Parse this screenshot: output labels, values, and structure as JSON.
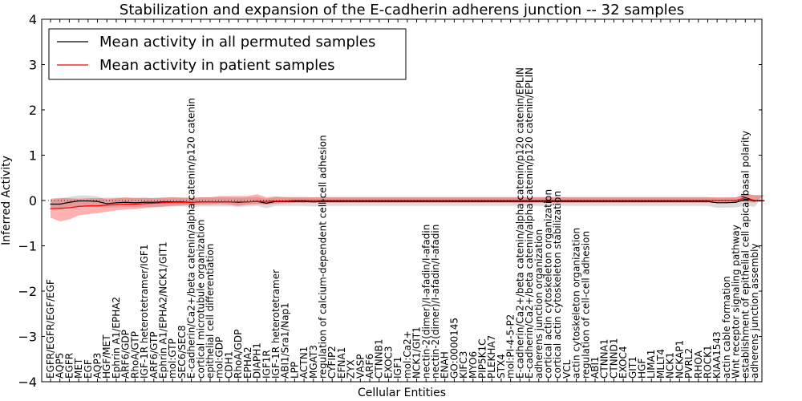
{
  "chart_data": {
    "type": "line",
    "title": "Stabilization and expansion of the E-cadherin adherens junction -- 32 samples",
    "xlabel": "Cellular Entities",
    "ylabel": "Inferred Activity",
    "ylim": [
      -4,
      4
    ],
    "yticks": [
      -4,
      -3,
      -2,
      -1,
      0,
      1,
      2,
      3,
      4
    ],
    "ytick_labels": [
      "−4",
      "−3",
      "−2",
      "−1",
      "0",
      "1",
      "2",
      "3",
      "4"
    ],
    "grid": false,
    "legend_position": "top-left",
    "categories": [
      "EGFR/EGFR/EGF/EGF",
      "AQP5",
      "EGFR",
      "MET",
      "EGF",
      "AQP3",
      "HGF/MET",
      "Ephrin A1/EPHA2",
      "ARF6/GDP",
      "RhoA/GTP",
      "IGF-1R heterotetramer/IGF1",
      "ARF6/GTP",
      "Ephrin A1/EPHA2/NCK1/GIT1",
      "mol:GTP",
      "SEC6/SEC8",
      "E-cadherin/Ca2+/beta catenin/alpha catenin/p120 catenin",
      "cortical microtubule organization",
      "epithelial cell differentiation",
      "mol:GDP",
      "CDH1",
      "RhoA/GDP",
      "EPHA2",
      "DIAPH1",
      "IGF1R",
      "IGF-1R heterotetramer",
      "ABI1/Sra1/Nap1",
      "LPP",
      "ACTN1",
      "MGAT3",
      "regulation of calcium-dependent cell-cell adhesion",
      "CYFIP2",
      "EFNA1",
      "ZYX",
      "VASP",
      "ARF6",
      "CTNNB1",
      "EXOC3",
      "IGF1",
      "mol:Ca2+",
      "NCK1/GIT1",
      "nectin-2(dimer)/I-afadin/I-afadin",
      "nectin-2(dimer)/I-afadin/I-afadin",
      "ENAH",
      "GO:0000145",
      "KIFC3",
      "MYO6",
      "PIP5K1C",
      "PLEKHA7",
      "STX4",
      "mol:PI-4-5-P2",
      "E-cadherin/Ca2+/beta catenin/alpha catenin/p120 catenin/EPLIN",
      "E-cadherin/Ca2+/beta catenin/alpha catenin/p120 catenin/EPLIN",
      "adherens junction organization",
      "cortical actin cytoskeleton organization",
      "cortical actin cytoskeleton stabilization",
      "VCL",
      "actin cytoskeleton organization",
      "regulation of cell-cell adhesion",
      "ABI1",
      "CTNNA1",
      "CTNND1",
      "EXOC4",
      "GIT1",
      "HGF",
      "LIMA1",
      "MLLT4",
      "NCK1",
      "NCKAP1",
      "PVRL2",
      "RHOA",
      "ROCK1",
      "KIAA1543",
      "actin cable formation",
      "Wnt receptor signaling pathway",
      "establishment of epithelial cell apical/basal polarity",
      "adherens junction assembly"
    ],
    "series": [
      {
        "name": "Mean activity in all permuted samples",
        "color": "#000000",
        "values": [
          -0.08,
          -0.08,
          -0.04,
          -0.01,
          -0.01,
          -0.02,
          -0.07,
          -0.05,
          -0.04,
          -0.05,
          -0.04,
          -0.04,
          -0.03,
          -0.03,
          -0.03,
          -0.04,
          -0.03,
          -0.03,
          -0.03,
          -0.03,
          -0.04,
          -0.03,
          -0.02,
          -0.06,
          -0.02,
          -0.02,
          -0.02,
          -0.02,
          -0.03,
          -0.02,
          -0.02,
          -0.02,
          -0.02,
          -0.02,
          -0.02,
          -0.02,
          -0.02,
          -0.02,
          -0.02,
          -0.02,
          -0.02,
          -0.02,
          -0.02,
          -0.02,
          -0.02,
          -0.02,
          -0.02,
          -0.02,
          -0.02,
          -0.02,
          -0.02,
          -0.02,
          -0.02,
          -0.02,
          -0.02,
          -0.02,
          -0.02,
          -0.02,
          -0.02,
          -0.02,
          -0.02,
          -0.02,
          -0.02,
          -0.02,
          -0.02,
          -0.02,
          -0.02,
          -0.02,
          -0.02,
          -0.02,
          -0.02,
          -0.05,
          -0.05,
          -0.04,
          0.03,
          -0.01,
          -0.01
        ],
        "lower": [
          -0.17,
          -0.2,
          -0.17,
          -0.14,
          -0.14,
          -0.13,
          -0.16,
          -0.15,
          -0.14,
          -0.15,
          -0.14,
          -0.14,
          -0.13,
          -0.13,
          -0.13,
          -0.14,
          -0.13,
          -0.13,
          -0.13,
          -0.13,
          -0.14,
          -0.13,
          -0.12,
          -0.17,
          -0.12,
          -0.12,
          -0.12,
          -0.12,
          -0.13,
          -0.12,
          -0.12,
          -0.12,
          -0.12,
          -0.12,
          -0.12,
          -0.12,
          -0.12,
          -0.12,
          -0.12,
          -0.12,
          -0.12,
          -0.12,
          -0.12,
          -0.12,
          -0.12,
          -0.12,
          -0.12,
          -0.12,
          -0.12,
          -0.12,
          -0.12,
          -0.12,
          -0.12,
          -0.12,
          -0.12,
          -0.12,
          -0.12,
          -0.12,
          -0.12,
          -0.12,
          -0.12,
          -0.12,
          -0.12,
          -0.12,
          -0.12,
          -0.12,
          -0.12,
          -0.12,
          -0.12,
          -0.12,
          -0.12,
          -0.16,
          -0.16,
          -0.15,
          -0.12,
          -0.14,
          -0.14
        ],
        "upper": [
          0.02,
          0.04,
          0.08,
          0.11,
          0.11,
          0.09,
          0.02,
          0.05,
          0.06,
          0.05,
          0.06,
          0.06,
          0.07,
          0.07,
          0.07,
          0.06,
          0.07,
          0.07,
          0.07,
          0.07,
          0.06,
          0.07,
          0.08,
          0.04,
          0.08,
          0.08,
          0.08,
          0.08,
          0.07,
          0.08,
          0.08,
          0.08,
          0.08,
          0.08,
          0.08,
          0.08,
          0.08,
          0.08,
          0.08,
          0.08,
          0.08,
          0.08,
          0.08,
          0.08,
          0.08,
          0.08,
          0.08,
          0.08,
          0.08,
          0.08,
          0.08,
          0.08,
          0.08,
          0.08,
          0.08,
          0.08,
          0.08,
          0.08,
          0.08,
          0.08,
          0.08,
          0.08,
          0.08,
          0.08,
          0.08,
          0.08,
          0.08,
          0.08,
          0.08,
          0.08,
          0.08,
          0.06,
          0.06,
          0.07,
          0.16,
          0.12,
          0.12
        ]
      },
      {
        "name": "Mean activity in patient samples",
        "color": "#ff0000",
        "values": [
          -0.18,
          -0.17,
          -0.16,
          -0.13,
          -0.12,
          -0.12,
          -0.1,
          -0.09,
          -0.08,
          -0.08,
          -0.07,
          -0.06,
          -0.05,
          -0.04,
          -0.04,
          -0.04,
          -0.03,
          -0.03,
          -0.03,
          -0.03,
          -0.03,
          -0.03,
          -0.02,
          -0.02,
          -0.01,
          -0.01,
          0.0,
          0.0,
          0.0,
          0.0,
          0.0,
          0.0,
          0.0,
          0.0,
          0.0,
          0.0,
          0.0,
          0.0,
          0.0,
          0.0,
          0.0,
          0.0,
          0.0,
          0.0,
          0.0,
          0.0,
          0.0,
          0.0,
          0.0,
          0.0,
          0.0,
          0.0,
          0.0,
          0.0,
          0.0,
          0.0,
          0.0,
          0.0,
          0.0,
          0.0,
          0.0,
          0.0,
          0.0,
          0.0,
          0.0,
          0.0,
          0.0,
          0.0,
          0.0,
          0.0,
          0.0,
          0.0,
          0.0,
          0.0,
          0.06,
          0.0,
          0.0
        ],
        "lower": [
          -0.38,
          -0.46,
          -0.42,
          -0.33,
          -0.3,
          -0.28,
          -0.25,
          -0.22,
          -0.2,
          -0.19,
          -0.17,
          -0.15,
          -0.14,
          -0.12,
          -0.11,
          -0.1,
          -0.09,
          -0.09,
          -0.08,
          -0.09,
          -0.12,
          -0.09,
          -0.08,
          -0.09,
          -0.07,
          -0.06,
          -0.05,
          -0.05,
          -0.05,
          -0.05,
          -0.05,
          -0.05,
          -0.05,
          -0.05,
          -0.05,
          -0.05,
          -0.05,
          -0.05,
          -0.05,
          -0.05,
          -0.05,
          -0.05,
          -0.05,
          -0.05,
          -0.05,
          -0.05,
          -0.05,
          -0.05,
          -0.05,
          -0.05,
          -0.05,
          -0.05,
          -0.05,
          -0.05,
          -0.05,
          -0.05,
          -0.05,
          -0.05,
          -0.05,
          -0.05,
          -0.05,
          -0.05,
          -0.05,
          -0.05,
          -0.05,
          -0.05,
          -0.05,
          -0.05,
          -0.05,
          -0.05,
          -0.05,
          -0.05,
          -0.05,
          -0.04,
          -0.02,
          -0.05,
          -0.05
        ],
        "upper": [
          0.04,
          0.06,
          0.05,
          0.04,
          0.05,
          0.05,
          0.06,
          0.06,
          0.07,
          0.06,
          0.06,
          0.05,
          0.06,
          0.07,
          0.06,
          0.06,
          0.07,
          0.07,
          0.1,
          0.1,
          0.1,
          0.1,
          0.14,
          0.07,
          0.09,
          0.07,
          0.07,
          0.07,
          0.07,
          0.07,
          0.07,
          0.07,
          0.07,
          0.07,
          0.07,
          0.07,
          0.07,
          0.07,
          0.07,
          0.07,
          0.07,
          0.07,
          0.07,
          0.07,
          0.07,
          0.07,
          0.07,
          0.07,
          0.07,
          0.07,
          0.07,
          0.07,
          0.07,
          0.07,
          0.07,
          0.07,
          0.07,
          0.07,
          0.07,
          0.07,
          0.07,
          0.07,
          0.07,
          0.07,
          0.07,
          0.07,
          0.07,
          0.07,
          0.07,
          0.07,
          0.07,
          0.07,
          0.07,
          0.07,
          0.14,
          0.12,
          0.12
        ]
      }
    ]
  }
}
